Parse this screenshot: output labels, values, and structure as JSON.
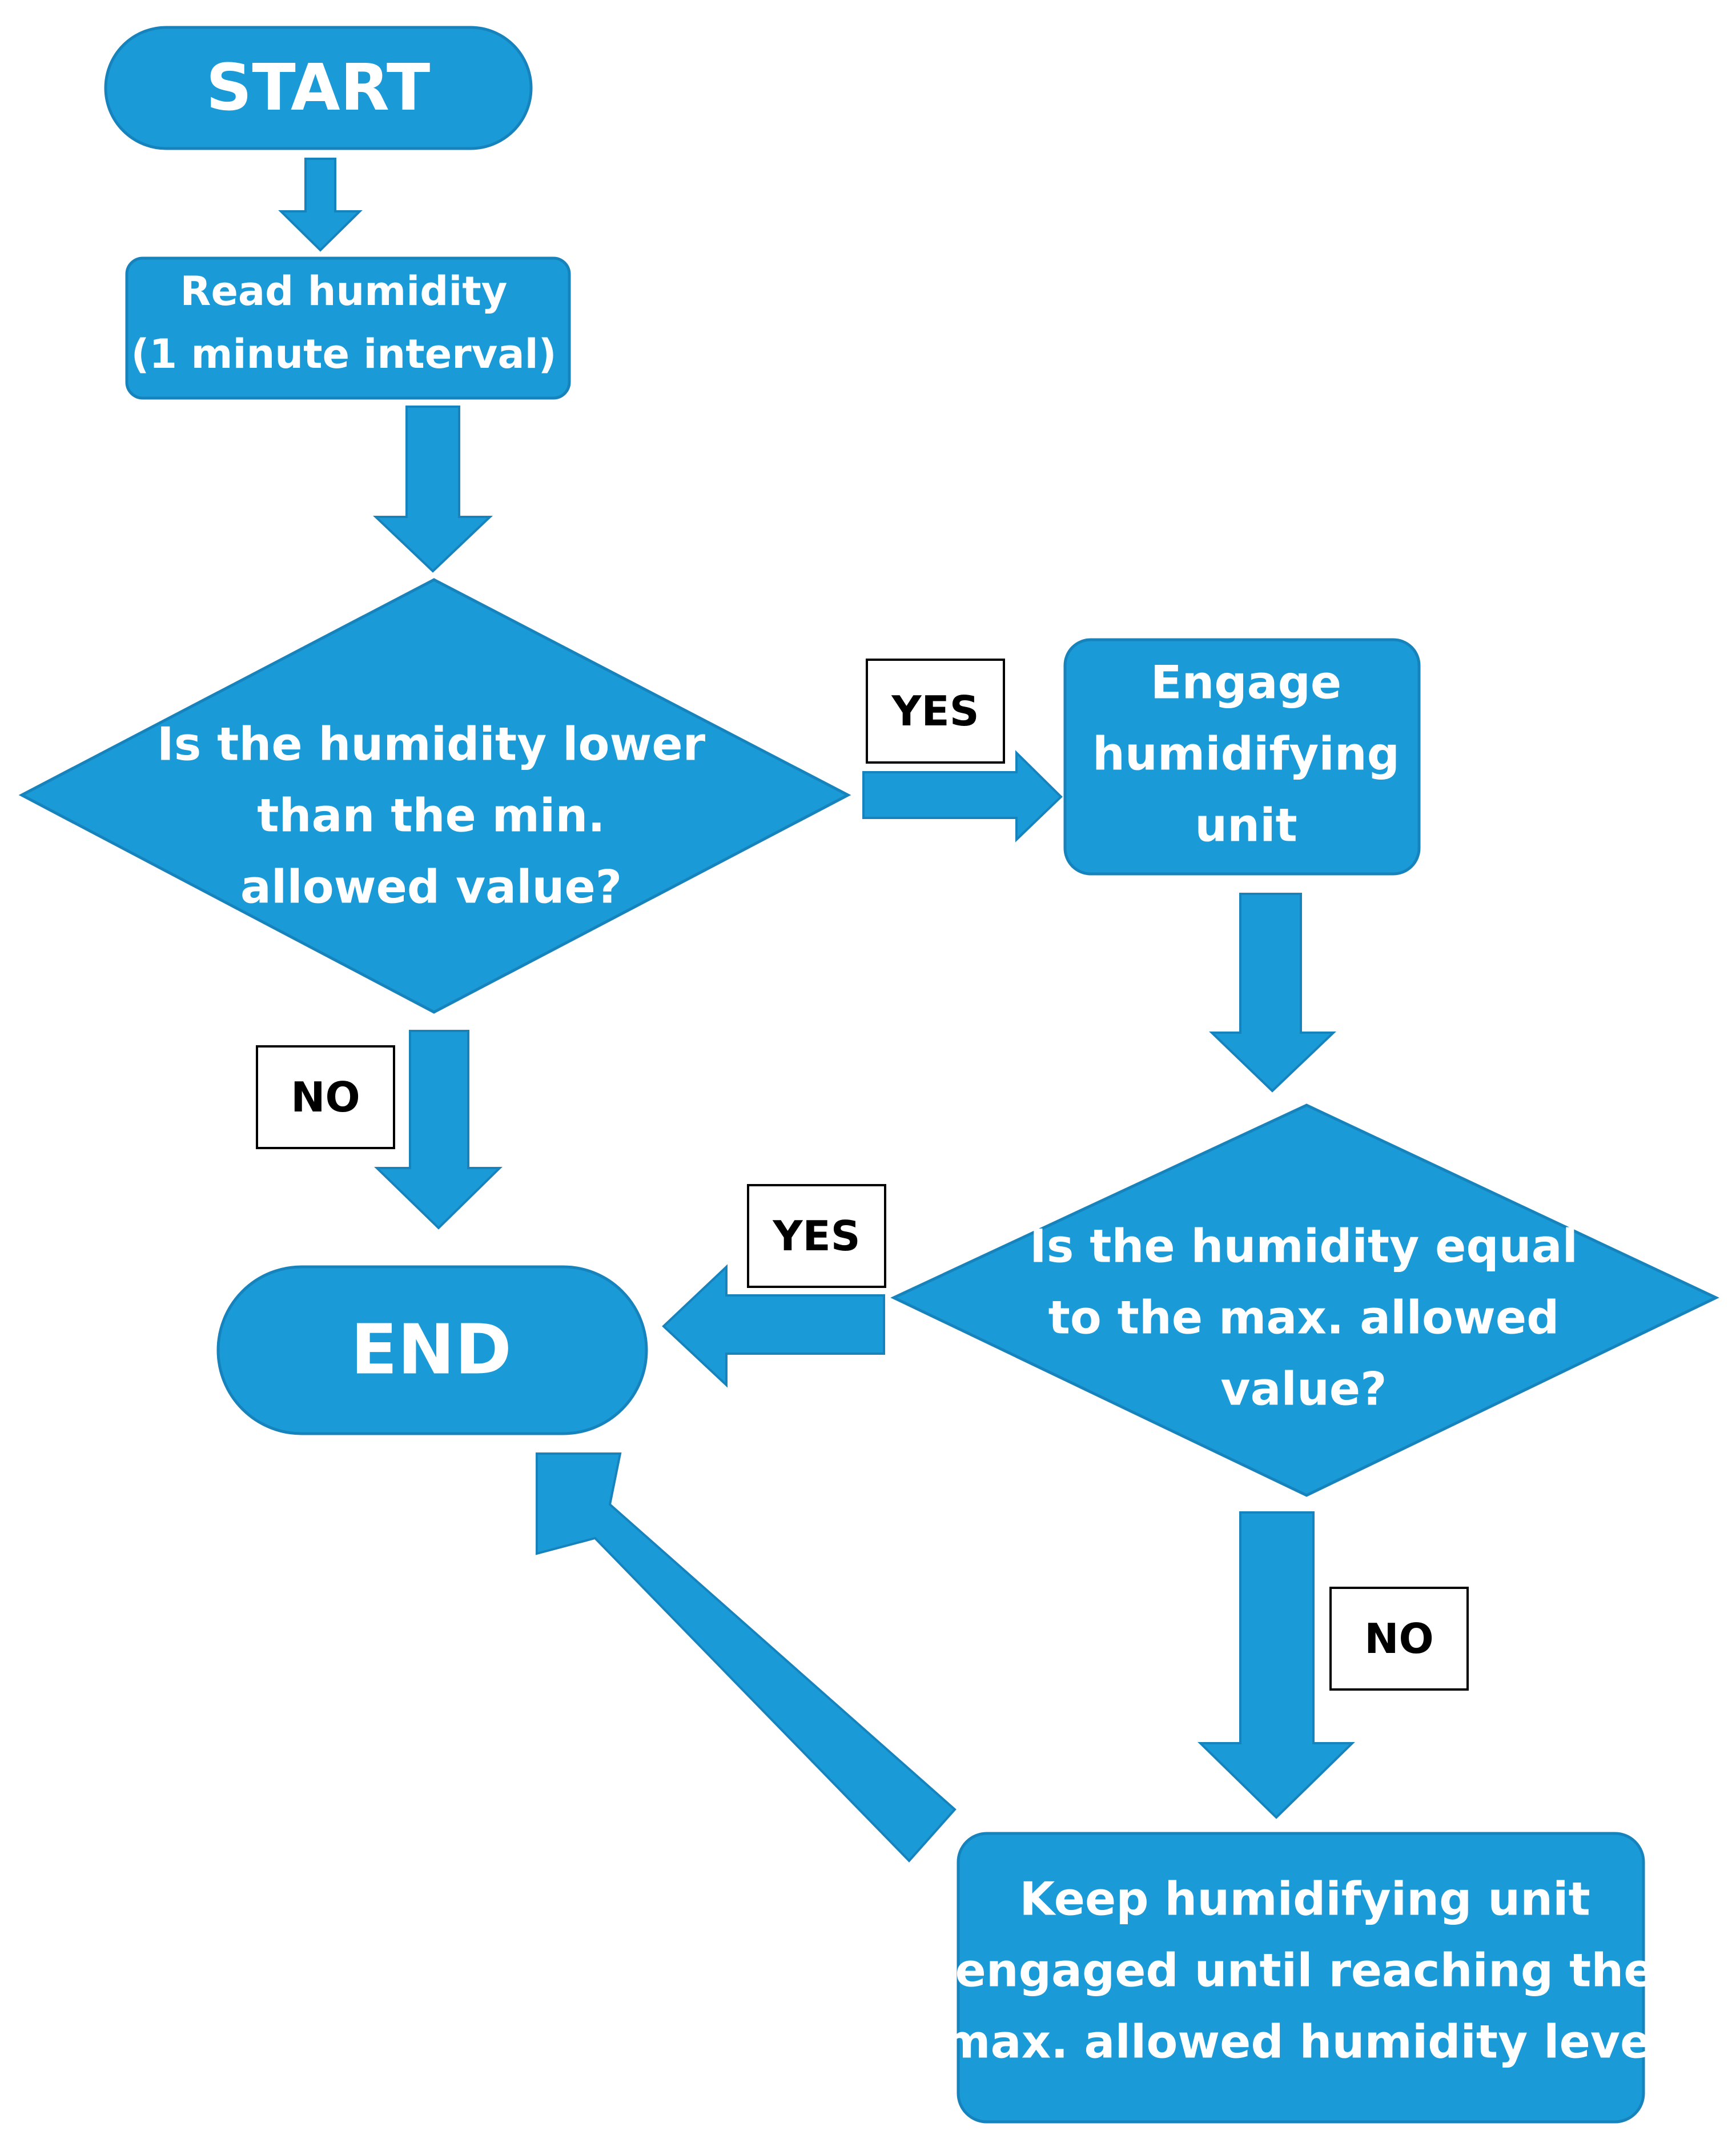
{
  "colors": {
    "node_fill": "#1a9ad7",
    "node_border": "#1683bd",
    "node_text": "#ffffff",
    "label_border": "#000000"
  },
  "nodes": {
    "start": "START",
    "read": [
      "Read humidity",
      "(1 minute interval)"
    ],
    "decision1": [
      "Is the humidity lower",
      "than the min.",
      "allowed value?"
    ],
    "engage": [
      "Engage",
      "humidifying",
      "unit"
    ],
    "decision2": [
      "Is the humidity equal",
      "to the max. allowed",
      "value?"
    ],
    "end": "END",
    "keep": [
      "Keep humidifying unit",
      "engaged until reaching the",
      "max. allowed humidity level"
    ]
  },
  "edge_labels": {
    "d1_yes": "YES",
    "d1_no": "NO",
    "d2_yes": "YES",
    "d2_no": "NO"
  }
}
